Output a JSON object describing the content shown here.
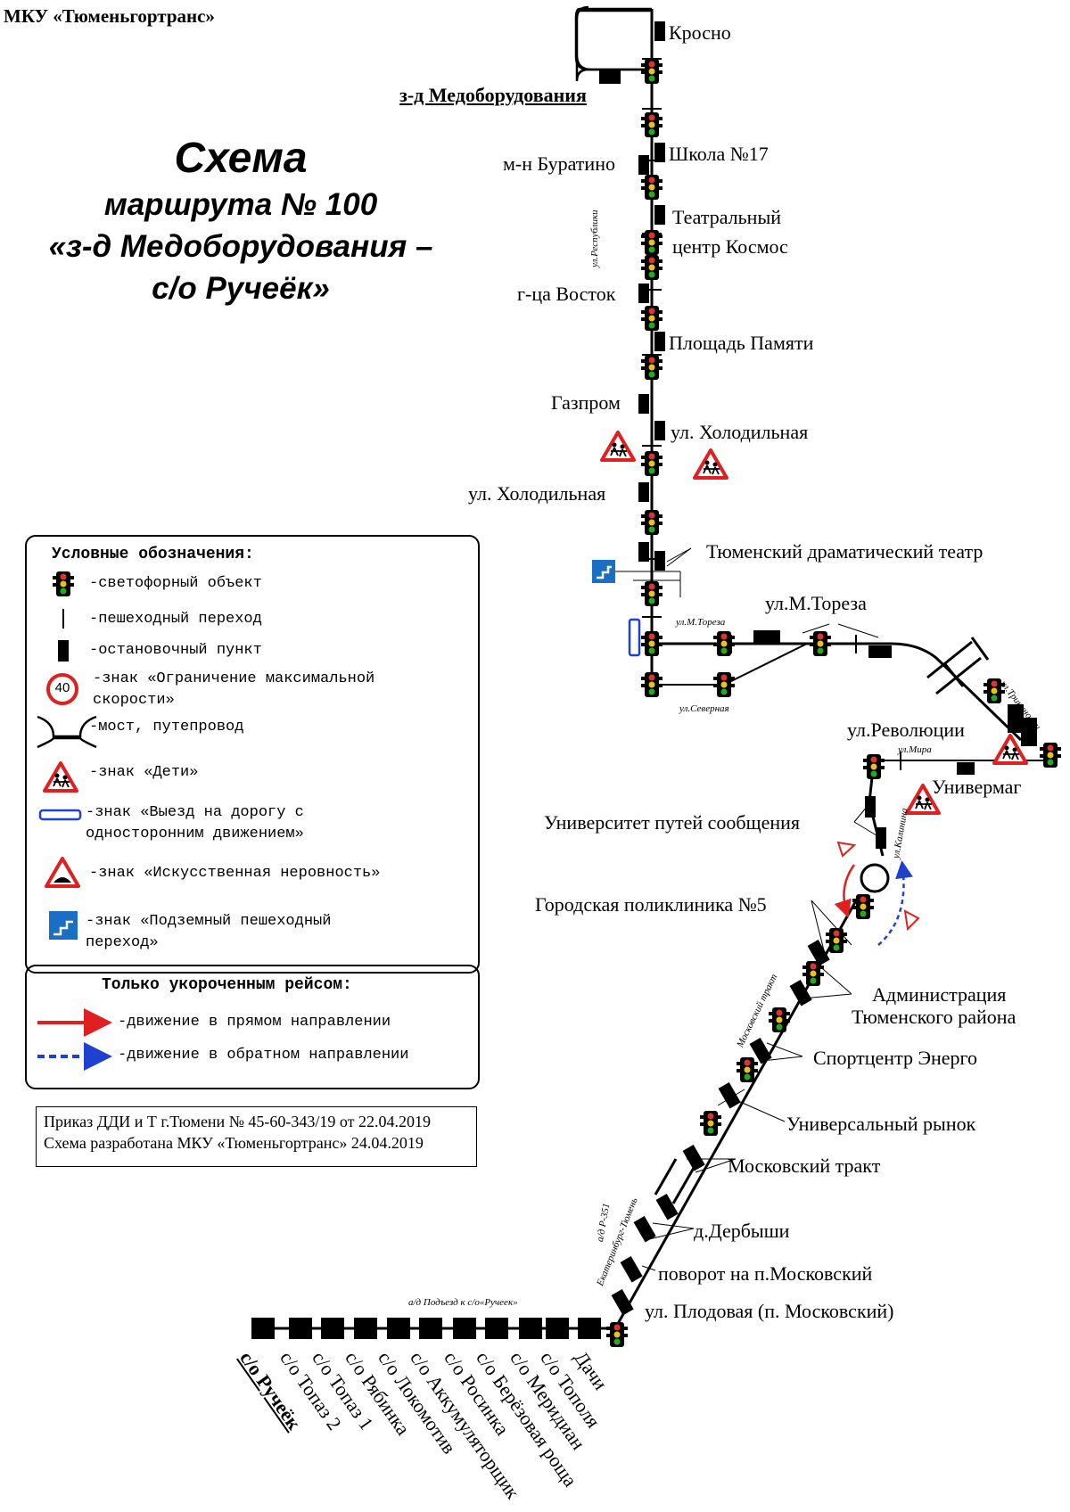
{
  "header": {
    "organization": "МКУ «Тюменьгортранс»"
  },
  "title": {
    "line1": "Схема",
    "line2": "маршрута № 100",
    "line3": "«з-д Медоборудования –",
    "line4": "с/о Ручеёк»"
  },
  "legend": {
    "title": "Условные обозначения:",
    "items": [
      {
        "icon": "traffic-light-icon",
        "text": "-светофорный объект"
      },
      {
        "icon": "crosswalk-icon",
        "text": "-пешеходный переход"
      },
      {
        "icon": "bus-stop-icon",
        "text": "-остановочный пункт"
      },
      {
        "icon": "speed-limit-icon",
        "text": "-знак «Ограничение максимальной скорости»",
        "sign_value": "40"
      },
      {
        "icon": "bridge-icon",
        "text": "-мост, путепровод"
      },
      {
        "icon": "children-sign-icon",
        "text": "-знак «Дети»"
      },
      {
        "icon": "one-way-exit-icon",
        "text": "-знак «Выезд на дорогу с односторонним движением»"
      },
      {
        "icon": "speed-bump-icon",
        "text": "-знак «Искусственная неровность»"
      },
      {
        "icon": "underpass-icon",
        "text": "-знак «Подземный пешеходный переход»"
      }
    ],
    "short_title": "Только укороченным рейсом:",
    "short_items": [
      {
        "icon": "forward-arrow-icon",
        "text": "-движение в прямом направлении",
        "color": "#e02020"
      },
      {
        "icon": "backward-arrow-icon",
        "text": "-движение в обратном направлении",
        "color": "#2040d0"
      }
    ]
  },
  "order": {
    "line1": "Приказ ДДИ и Т г.Тюмени № 45-60-343/19 от 22.04.2019",
    "line2": "Схема разработана МКУ «Тюменьгортранс» 24.04.2019"
  },
  "stops_upper": {
    "krosno": "Кросно",
    "medoborud": "з-д Медоборудования",
    "buratino": "м-н Буратино",
    "school17": "Школа №17",
    "theatre_kosmos_1": "Театральный",
    "theatre_kosmos_2": "центр Космос",
    "vostok": "г-ца Восток",
    "ploshchad": "Площадь Памяти",
    "gazprom": "Газпром",
    "kholod1": "ул. Холодильная",
    "kholod2": "ул. Холодильная",
    "drama": "Тюменский драматический театр",
    "toreza": "ул.М.Тореза",
    "revolyutsii": "ул.Революции",
    "univermag": "Универмаг",
    "university": "Университет путей сообщения",
    "poliklinika": "Городская поликлиника №5",
    "admin_1": "Администрация",
    "admin_2": "Тюменского района",
    "energo": "Спортцентр Энерго",
    "rynok": "Универсальный рынок",
    "moskovsky": "Московский тракт",
    "derbyshi": "д.Дербыши",
    "povorot": "поворот на п.Московский",
    "plodovaya": "ул. Плодовая (п. Московский)"
  },
  "streets": {
    "respubliki": "ул.Республики",
    "toreza_small": "ул.М.Тореза",
    "severnaya": "ул.Северная",
    "tryk": "ул.Трикиновни",
    "mira": "ул.Мира",
    "kalinina": "ул.Калинина",
    "mosk_trakt": "Московский тракт",
    "r351": "а/д Р-351",
    "ekb": "Екатеринбург-Тюмень",
    "podezd": "а/д Подъезд к с/о«Ручеек»"
  },
  "stops_bottom": [
    "с/о Ручеёк",
    "с/о Топаз 2",
    "с/о Топаз 1",
    "с/о Рябинка",
    "с/о Локомотив",
    "с/о Аккумуляторщик",
    "с/о Росинка",
    "с/о Берёзовая роща",
    "с/о Меридиан",
    "с/о Тополя",
    "Дачи"
  ],
  "colors": {
    "red": "#e02020",
    "blue": "#2040d0",
    "sign_blue": "#1a6fc4"
  }
}
